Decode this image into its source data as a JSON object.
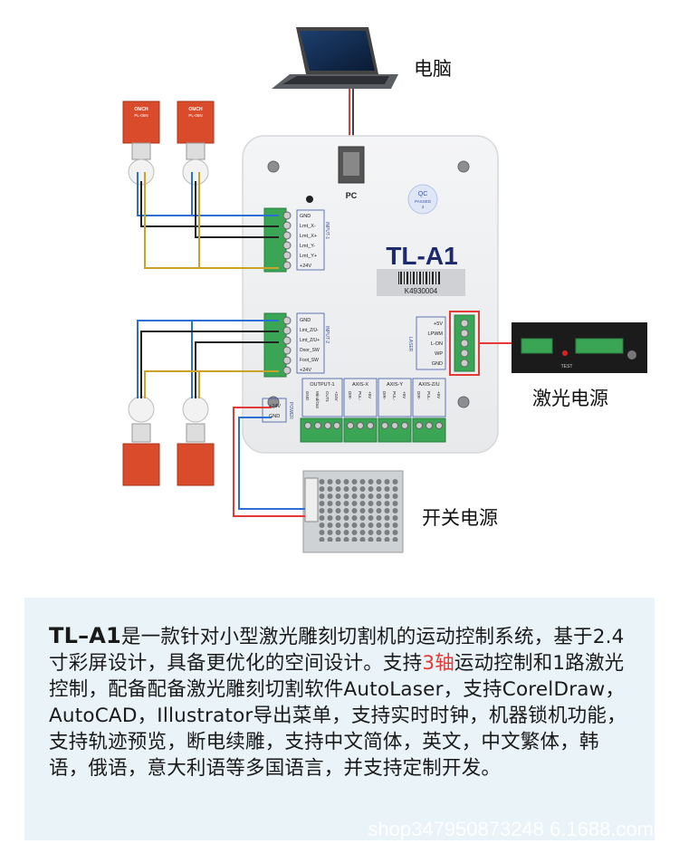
{
  "labels": {
    "computer": "电脑",
    "laser_power": "激光电源",
    "switch_power": "开关电源",
    "pc_port": "PC",
    "qc_line1": "QC",
    "qc_line2": "PASSED",
    "qc_line3": "3",
    "model": "TL-A1",
    "serial": "K4930004"
  },
  "input1": {
    "title": "INPUT-1",
    "pins": [
      "GND",
      "Lmt_X-",
      "Lmt_X+",
      "Lmt_Y-",
      "Lmt_Y+",
      "+24V"
    ]
  },
  "input2": {
    "title": "INPUT-2",
    "pins": [
      "GND",
      "Lmt_Z/U-",
      "Lmt_Z/U+",
      "Door_SW",
      "Foot_SW",
      "+24V"
    ]
  },
  "laser_port": {
    "title": "LASER",
    "pins": [
      "+5V",
      "LPWM",
      "L-ON",
      "WP",
      "GND"
    ]
  },
  "power_port": {
    "title": "POWER",
    "pins": [
      "+24V",
      "GND"
    ]
  },
  "output_groups": [
    {
      "title": "OUTPUT-1",
      "pins": [
        "GND",
        "Wind/Out",
        "OUT1",
        "+24V"
      ]
    },
    {
      "title": "AXIS-X",
      "pins": [
        "DIR-",
        "PUL-",
        "+5V"
      ]
    },
    {
      "title": "AXIS-Y",
      "pins": [
        "DIR-",
        "PUL-",
        "+5V"
      ]
    },
    {
      "title": "AXIS-Z/U",
      "pins": [
        "DIR-",
        "PUL-",
        "+5V"
      ]
    }
  ],
  "sensor_labels": {
    "brand": "OMCH",
    "model": "PL-05N"
  },
  "laser_psu_test": "TEST",
  "description": {
    "title": "TL–A1",
    "part1": "是一款针对小型激光雕刻切割机的运动控制系统，基于2.4寸彩屏设计，具备更优化的空间设计。支持",
    "highlight": "3轴",
    "part2": "运动控制和1路激光控制，配备配备激光雕刻切割软件AutoLaser，支持CorelDraw，AutoCAD，Illustrator导出菜单，支持实时时钟，机器锁机功能，支持轨迹预览，断电续雕，支持中文简体，英文，中文繁体，韩语，俄语，意大利语等多国语言，并支持定制开发。"
  },
  "watermark": "shop347950873248 6.1688.com",
  "colors": {
    "panel_bg": "#e9f3f8",
    "terminal_green": "#3aa555",
    "wire_red": "#e53935",
    "wire_blue": "#2a6fd6",
    "wire_yellow": "#c9a227",
    "sensor_red": "#d94b2b"
  }
}
